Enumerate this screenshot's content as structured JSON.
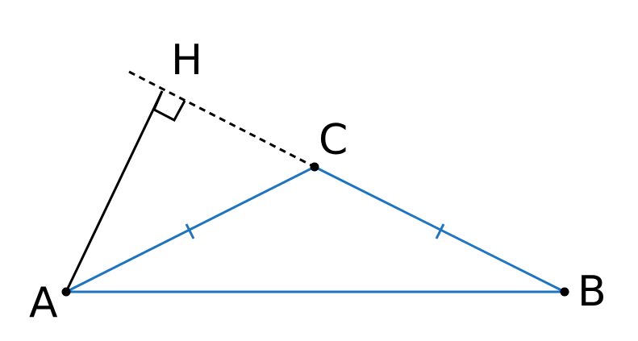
{
  "points": {
    "A": {
      "label": "A"
    },
    "B": {
      "label": "B"
    },
    "C": {
      "label": "C"
    },
    "H": {
      "label": "H"
    }
  },
  "colors": {
    "triangle": "#1f74bf",
    "construction": "#000000"
  },
  "marks": {
    "equal_sides": [
      "AC",
      "BC"
    ],
    "right_angle_at": "H"
  }
}
